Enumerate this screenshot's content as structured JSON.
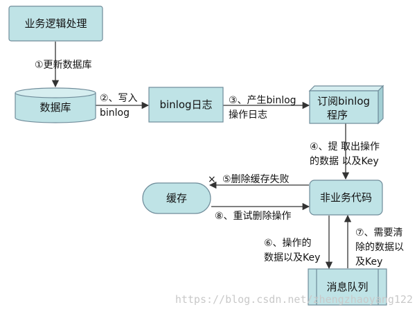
{
  "nodes": {
    "business_logic": "业务逻辑处理",
    "database": "数据库",
    "binlog_log": "binlog日志",
    "subscriber": [
      "订阅binlog",
      "程序"
    ],
    "cache": "缓存",
    "non_business_code": "非业务代码",
    "message_queue": "消息队列"
  },
  "edges": {
    "e1": "①更新数据库",
    "e2": [
      "②、写入",
      "binlog"
    ],
    "e3": [
      "③、产生binlog",
      "操作日志"
    ],
    "e4": [
      "④、提  取出操作",
      "的数据 以及Key"
    ],
    "e5": "⑤删除缓存失败",
    "e5_fail_mark": "×",
    "e6": [
      "⑥、操作的",
      "数据以及Key"
    ],
    "e7": [
      "⑦、需要清",
      "除的数据以",
      "及Key"
    ],
    "e8": "⑧、重试删除操作"
  },
  "watermark": "https://blog.csdn.net/zhengzhaoyang122",
  "colors": {
    "node_fill": "#bfe3e6",
    "node_stroke": "#6f8c9a",
    "edge": "#333333",
    "watermark": "#c9c9c9"
  }
}
